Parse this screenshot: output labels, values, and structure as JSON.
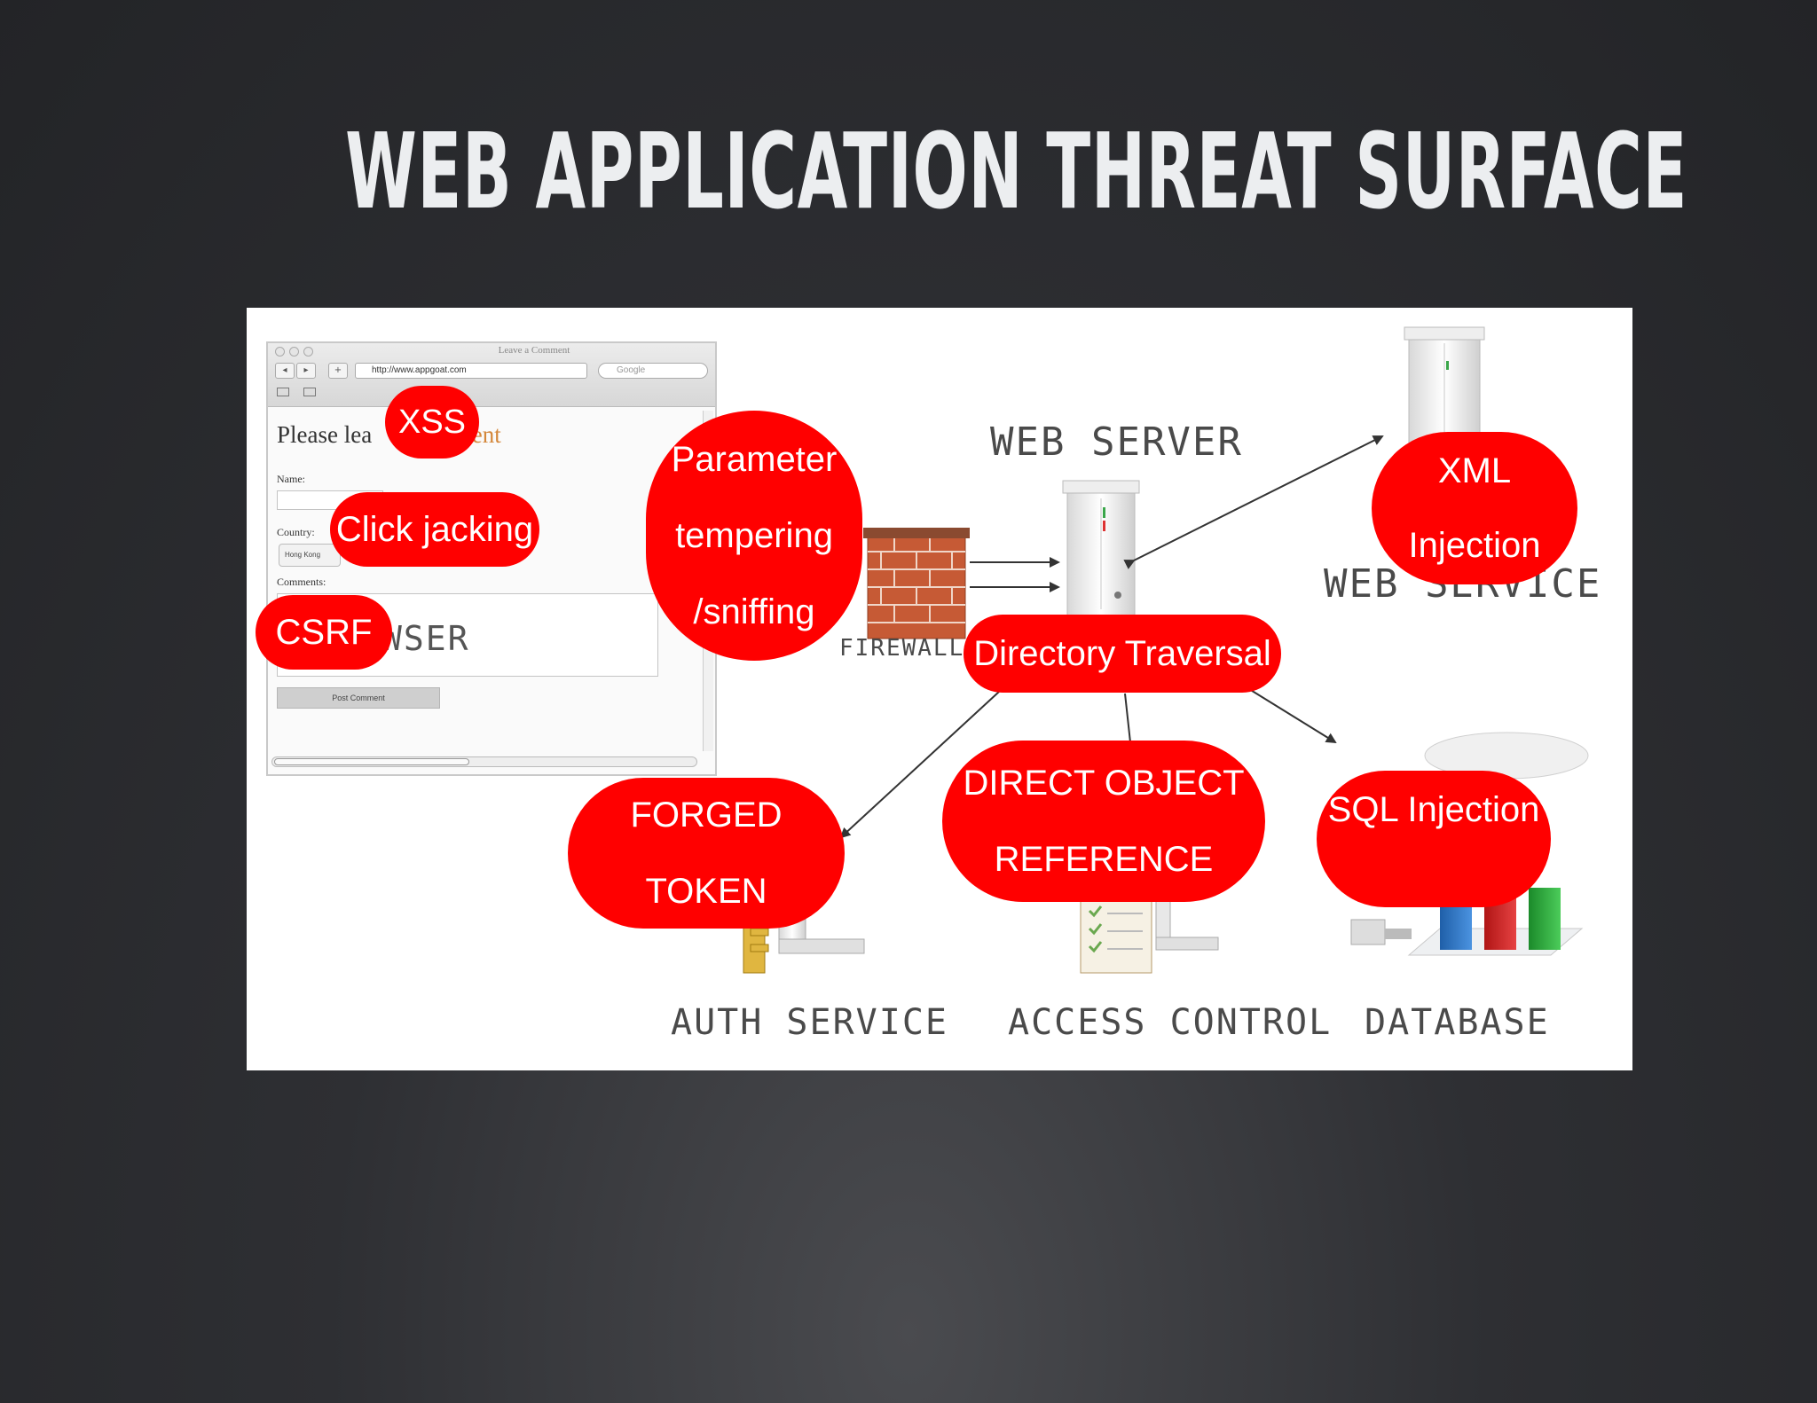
{
  "title": "WEB APPLICATION THREAT SURFACE",
  "browser": {
    "window_title": "Leave a Comment",
    "url": "http://www.appgoat.com",
    "search_placeholder": "Google",
    "heading_start": "Please lea",
    "heading_end": "nment",
    "name_label": "Name:",
    "country_label": "Country:",
    "country_value": "Hong Kong",
    "comments_label": "Comments:",
    "post_button": "Post Comment",
    "watermark": "WSER"
  },
  "components": {
    "web_server": "WEB SERVER",
    "web_service": "WEB SERVICE",
    "firewall": "FIREWALL",
    "auth_service": "AUTH SERVICE",
    "access_control": "ACCESS CONTROL",
    "database": "DATABASE"
  },
  "threats": {
    "xss": "XSS",
    "click_jacking": "Click jacking",
    "csrf": "CSRF",
    "parameter_tampering": "Parameter\ntempering\n/sniffing",
    "directory_traversal": "Directory Traversal",
    "xml_injection": "XML\nInjection",
    "forged_token": "FORGED\nTOKEN",
    "direct_object_reference": "DIRECT OBJECT\nREFERENCE",
    "sql_injection": "SQL Injection"
  },
  "colors": {
    "threat_bubble": "#ff0000",
    "background": "#2e2f33",
    "title_text": "#eceef0"
  }
}
